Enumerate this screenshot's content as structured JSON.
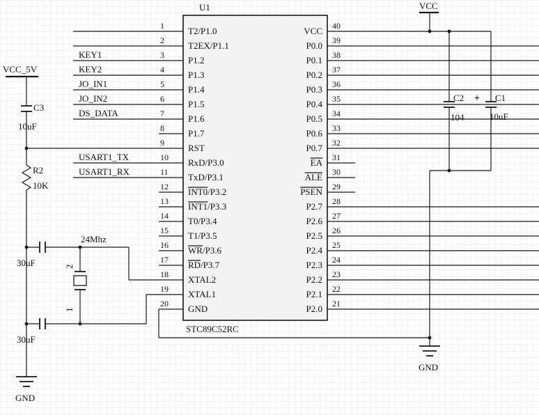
{
  "colors": {
    "bg": "#ffffff",
    "wire": "#161616",
    "grid": "#dcdcdc",
    "ic_fill": "#f4f4f4"
  },
  "ic": {
    "designator": "U1",
    "part_number": "STC89C52RC",
    "left_pins": [
      {
        "num": "1",
        "pre": "",
        "name": "T2/P1.0",
        "label": "",
        "conn": "net"
      },
      {
        "num": "2",
        "pre": "",
        "name": "T2EX/P1.1",
        "label": "",
        "conn": "net"
      },
      {
        "num": "3",
        "pre": "",
        "name": "P1.2",
        "label": "KEY1",
        "conn": "net"
      },
      {
        "num": "4",
        "pre": "",
        "name": "P1.3",
        "label": "KEY2",
        "conn": "net"
      },
      {
        "num": "5",
        "pre": "",
        "name": "P1.4",
        "label": "JO_IN1",
        "conn": "net"
      },
      {
        "num": "6",
        "pre": "",
        "name": "P1.5",
        "label": "JO_IN2",
        "conn": "net"
      },
      {
        "num": "7",
        "pre": "",
        "name": "P1.6",
        "label": "DS_DATA",
        "conn": "net"
      },
      {
        "num": "8",
        "pre": "",
        "name": "P1.7",
        "label": "",
        "conn": "open"
      },
      {
        "num": "9",
        "pre": "",
        "name": "RST",
        "label": "",
        "conn": "rail"
      },
      {
        "num": "10",
        "pre": "",
        "name": "RxD/P3.0",
        "label": "USART1_TX",
        "conn": "net"
      },
      {
        "num": "11",
        "pre": "",
        "name": "TxD/P3.1",
        "label": "USART1_RX",
        "conn": "net"
      },
      {
        "num": "12",
        "pre": "INT0",
        "name": "/P3.2",
        "label": "",
        "conn": "open"
      },
      {
        "num": "13",
        "pre": "INT1",
        "name": "/P3.3",
        "label": "",
        "conn": "open"
      },
      {
        "num": "14",
        "pre": "",
        "name": "T0/P3.4",
        "label": "",
        "conn": "open"
      },
      {
        "num": "15",
        "pre": "",
        "name": "T1/P3.5",
        "label": "",
        "conn": "open"
      },
      {
        "num": "16",
        "pre": "WR",
        "name": "/P3.6",
        "label": "",
        "conn": "open"
      },
      {
        "num": "17",
        "pre": "RD",
        "name": "/P3.7",
        "label": "",
        "conn": "open"
      },
      {
        "num": "18",
        "pre": "",
        "name": "XTAL2",
        "label": "",
        "conn": "xtal2"
      },
      {
        "num": "19",
        "pre": "",
        "name": "XTAL1",
        "label": "",
        "conn": "xtal1"
      },
      {
        "num": "20",
        "pre": "",
        "name": "GND",
        "label": "",
        "conn": "gnd"
      }
    ],
    "right_pins": [
      {
        "num": "40",
        "pre": "",
        "name": "VCC",
        "conn": "vcc"
      },
      {
        "num": "39",
        "pre": "",
        "name": "P0.0",
        "conn": "bus"
      },
      {
        "num": "38",
        "pre": "",
        "name": "P0.1",
        "conn": "bus"
      },
      {
        "num": "37",
        "pre": "",
        "name": "P0.2",
        "conn": "bus"
      },
      {
        "num": "36",
        "pre": "",
        "name": "P0.3",
        "conn": "bus"
      },
      {
        "num": "35",
        "pre": "",
        "name": "P0.4",
        "conn": "bus"
      },
      {
        "num": "34",
        "pre": "",
        "name": "P0.5",
        "conn": "bus"
      },
      {
        "num": "33",
        "pre": "",
        "name": "P0.6",
        "conn": "bus"
      },
      {
        "num": "32",
        "pre": "",
        "name": "P0.7",
        "conn": "bus"
      },
      {
        "num": "31",
        "pre": "EA",
        "name": "",
        "conn": "open"
      },
      {
        "num": "30",
        "pre": "ALE",
        "name": "",
        "conn": "open"
      },
      {
        "num": "29",
        "pre": "PSEN",
        "name": "",
        "conn": "open"
      },
      {
        "num": "28",
        "pre": "",
        "name": "P2.7",
        "conn": "bus"
      },
      {
        "num": "27",
        "pre": "",
        "name": "P2.6",
        "conn": "bus"
      },
      {
        "num": "26",
        "pre": "",
        "name": "P2.5",
        "conn": "bus"
      },
      {
        "num": "25",
        "pre": "",
        "name": "P2.4",
        "conn": "bus"
      },
      {
        "num": "24",
        "pre": "",
        "name": "P2.3",
        "conn": "bus"
      },
      {
        "num": "23",
        "pre": "",
        "name": "P2.2",
        "conn": "bus"
      },
      {
        "num": "22",
        "pre": "",
        "name": "P2.1",
        "conn": "bus"
      },
      {
        "num": "21",
        "pre": "",
        "name": "P2.0",
        "conn": "bus"
      }
    ]
  },
  "power": {
    "vcc_5v": "VCC_5V",
    "vcc": "VCC",
    "gnd_left": "GND",
    "gnd_right": "GND"
  },
  "components": {
    "c3": {
      "ref": "C3",
      "value": "10uF"
    },
    "r2": {
      "ref": "R2",
      "value": "10K"
    },
    "crystal": {
      "value": "24Mhz",
      "pin_top": "2",
      "pin_bottom": "1"
    },
    "xtal_cap_top": {
      "value": "30uF"
    },
    "xtal_cap_bottom": {
      "value": "30uF"
    },
    "c2": {
      "ref": "C2",
      "value": "104"
    },
    "c1": {
      "ref": "C1",
      "value": "10uF",
      "polarity": "+"
    }
  }
}
